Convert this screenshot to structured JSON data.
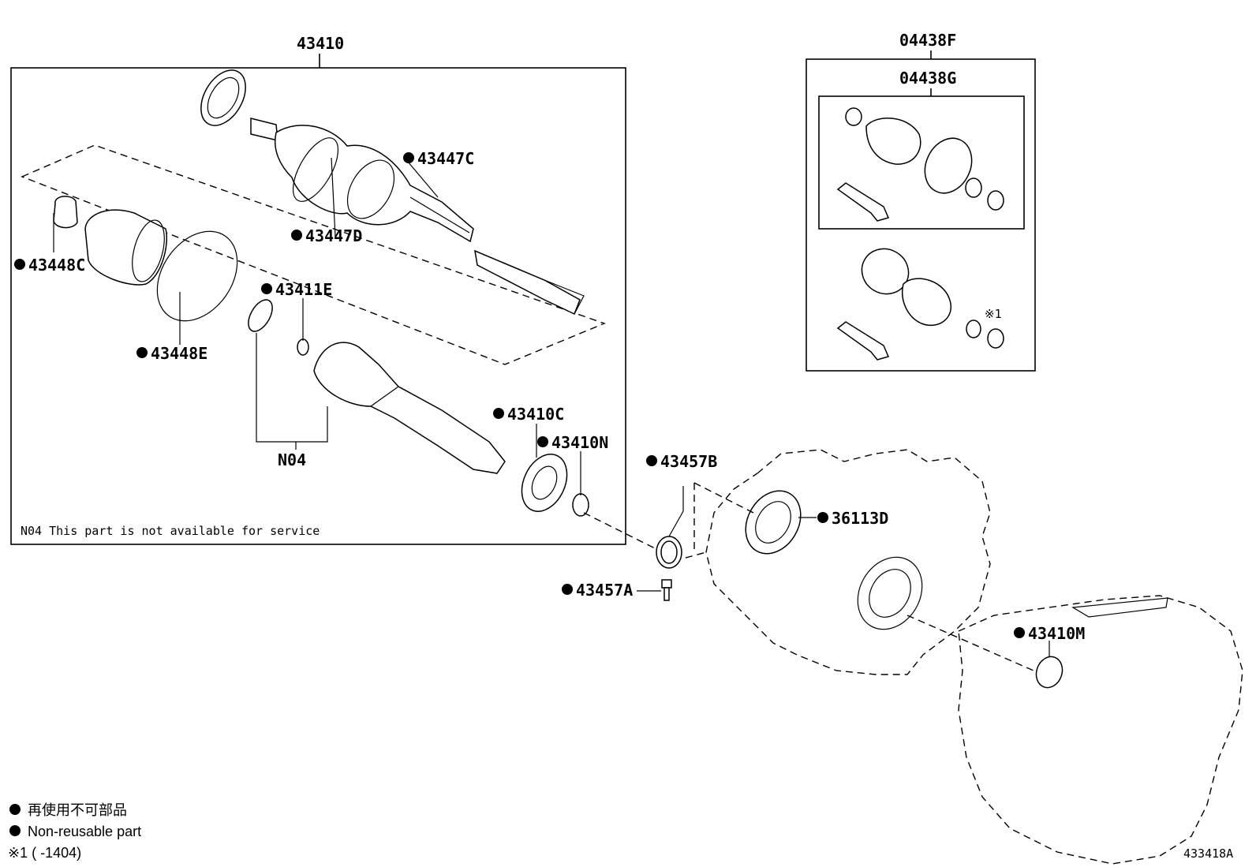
{
  "diagram_id": "433418A",
  "assembly_label": "43410",
  "kit_outer_label": "04438F",
  "kit_inner_label": "04438G",
  "kit_mark": "※1",
  "parts": {
    "p43447C": "43447C",
    "p43447D": "43447D",
    "p43448C": "43448C",
    "p43448E": "43448E",
    "p43411E": "43411E",
    "pN04": "N04",
    "p43410C": "43410C",
    "p43410N": "43410N",
    "p43457B": "43457B",
    "p43457A": "43457A",
    "p36113D": "36113D",
    "p43410M": "43410M"
  },
  "note_n04": "N04 This part is not available for service",
  "legend": {
    "line_jp": "再使用不可部品",
    "line_en": "Non-reusable part",
    "footnote": "※1 (    -1404)"
  }
}
